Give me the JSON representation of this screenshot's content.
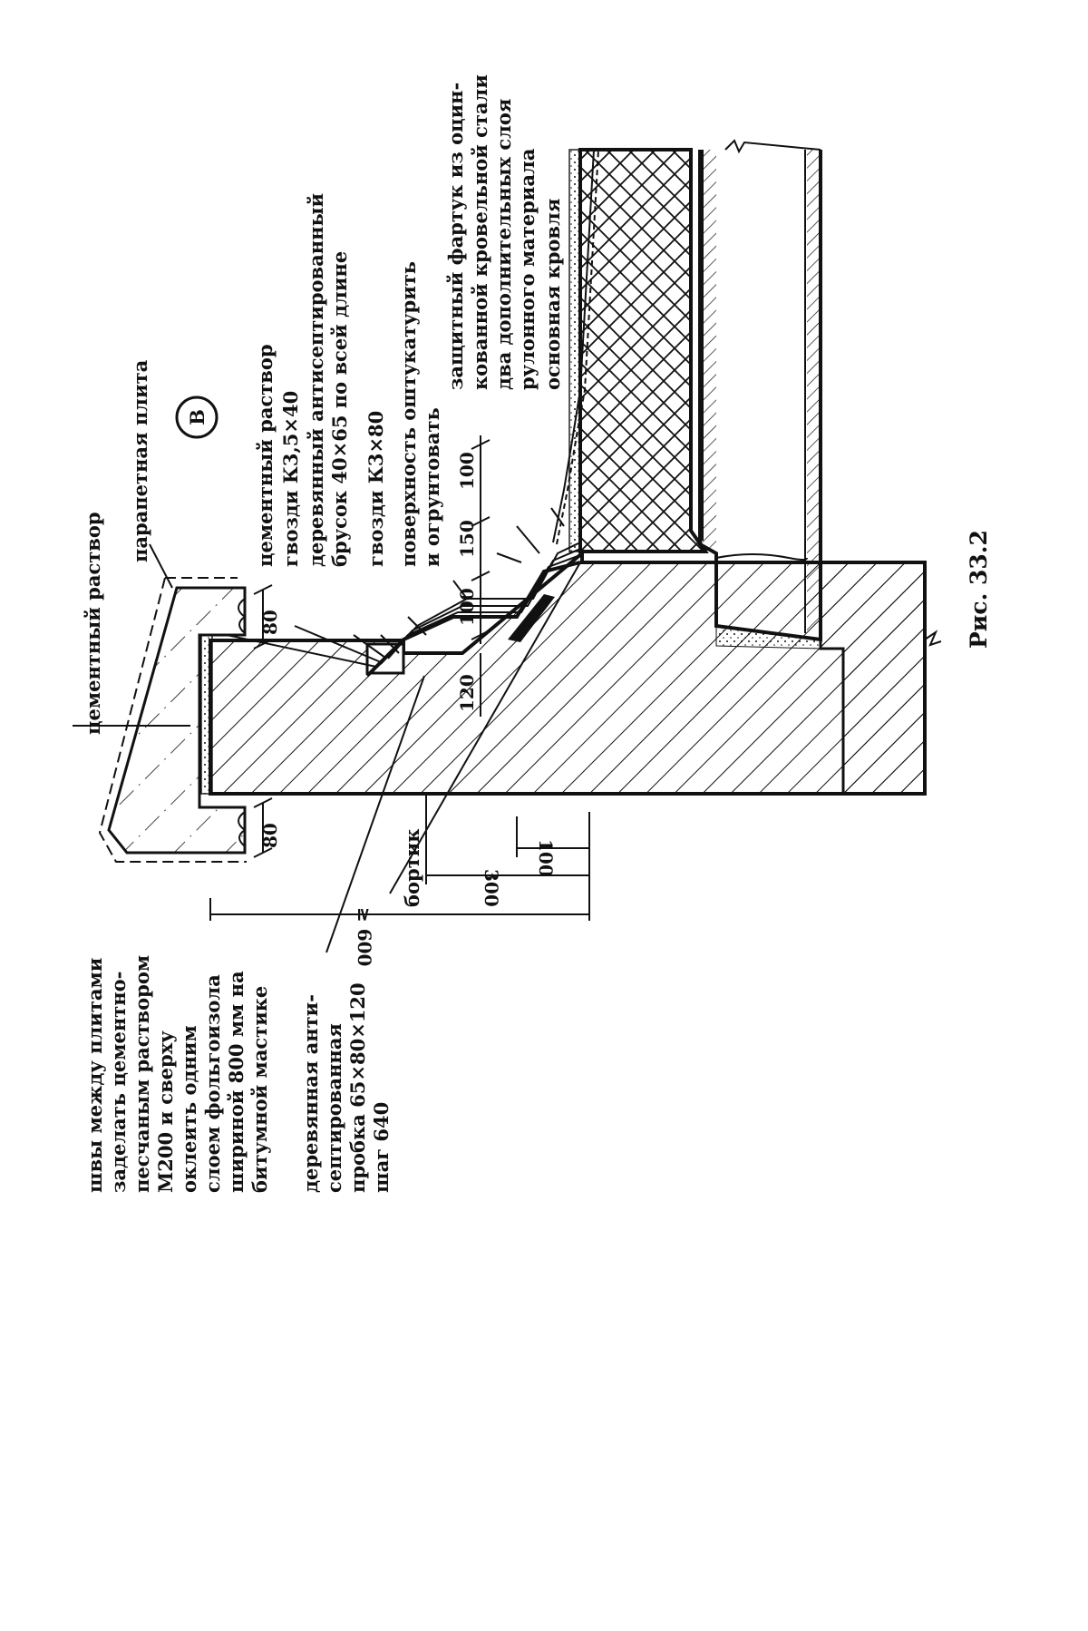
{
  "figure_caption": "Рис. 33.2",
  "node_marker": "В",
  "labels": {
    "cement_mortar_top": "цементный раствор",
    "parapet_slab": "парапетная плита",
    "cement_mortar": "цементный раствор",
    "nails_k35": "гвозди К3,5×40",
    "wood_bar_1": "деревянный антисептированный",
    "wood_bar_2": "брусок 40×65 по всей длине",
    "nails_k3": "гвозди К3×80",
    "surface_1": "поверхность оштукатурить",
    "surface_2": "и огрунтовать",
    "apron_1": "защитный фартук из оцин-",
    "apron_2": "кованной кровельной стали",
    "extra_layers_1": "два дополнительных слоя",
    "extra_layers_2": "рулонного материала",
    "main_roof": "основная кровля",
    "curb": "бортик",
    "joints_1": "швы между плитами",
    "joints_2": "заделать цементно-",
    "joints_3": "песчаным раствором",
    "joints_4": "М200 и сверху",
    "joints_5": "оклеить одним",
    "joints_6": "слоем фольгоизола",
    "joints_7": "шириной 800 мм на",
    "joints_8": "битумной мастике",
    "plug_1": "деревянная анти-",
    "plug_2": "септированная",
    "plug_3": "пробка 65×80×120",
    "plug_4": "шаг 640"
  },
  "dimensions": {
    "d80_top": "80",
    "d80_bottom": "80",
    "d120": "120",
    "d100_a": "100",
    "d150": "150",
    "d100_b": "100",
    "d100_c": "100",
    "d300": "300",
    "d600": "≥ 600"
  }
}
